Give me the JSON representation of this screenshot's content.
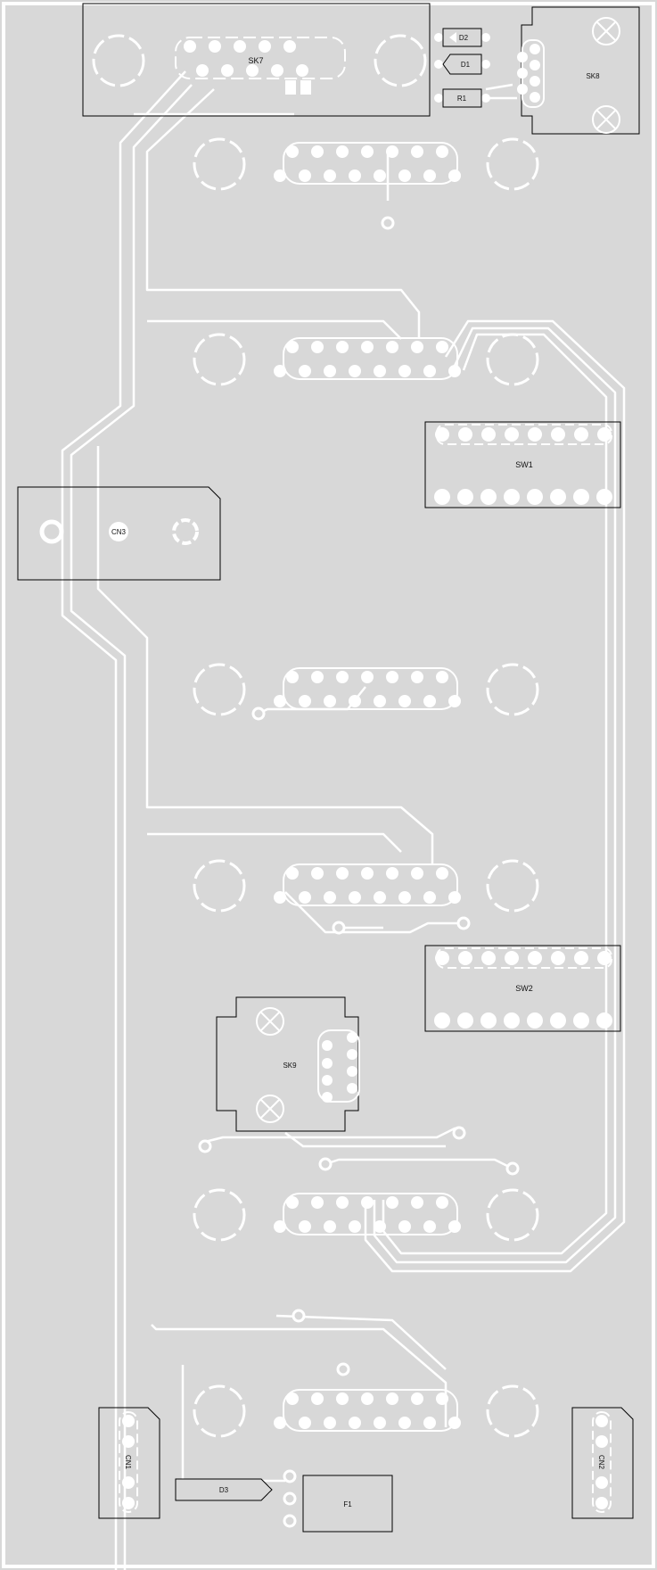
{
  "board": {
    "colors": {
      "copper": "#d8d8d8",
      "clearance": "#ffffff",
      "outline": "#000000",
      "label": "#111111"
    }
  },
  "components": {
    "sk7": "SK7",
    "sk8": "SK8",
    "sk9": "SK9",
    "d1": "D1",
    "d2": "D2",
    "d3": "D3",
    "r1": "R1",
    "cn1": "CN1",
    "cn2": "CN2",
    "cn3": "CN3",
    "sw1": "SW1",
    "sw2": "SW2",
    "f1": "F1"
  }
}
